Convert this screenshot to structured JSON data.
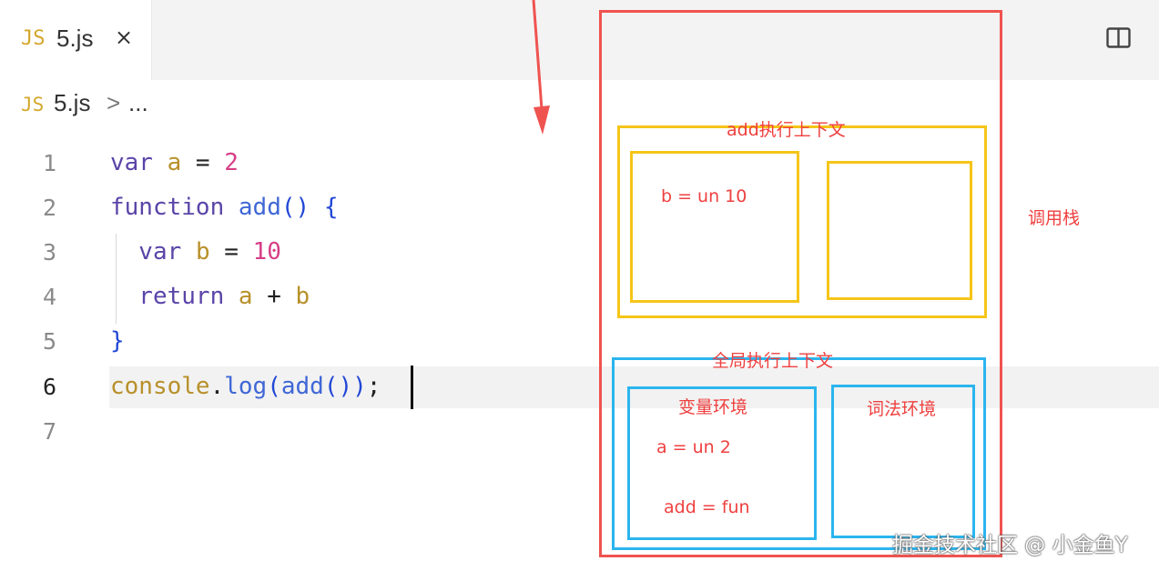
{
  "tab": {
    "icon": "JS",
    "filename": "5.js",
    "close": "×"
  },
  "toolbar": {
    "split_editor_icon": "split-editor-icon"
  },
  "breadcrumb": {
    "icon": "JS",
    "file": "5.js",
    "separator": ">",
    "more": "..."
  },
  "editor": {
    "line_numbers": [
      "1",
      "2",
      "3",
      "4",
      "5",
      "6",
      "7"
    ],
    "active_line": "6",
    "lines": [
      [
        {
          "t": "var",
          "c": "kw"
        },
        {
          "t": " ",
          "c": "op"
        },
        {
          "t": "a",
          "c": "vr"
        },
        {
          "t": " = ",
          "c": "op"
        },
        {
          "t": "2",
          "c": "num"
        }
      ],
      [
        {
          "t": "function",
          "c": "kw"
        },
        {
          "t": " ",
          "c": "op"
        },
        {
          "t": "add",
          "c": "fn"
        },
        {
          "t": "()",
          "c": "brace"
        },
        {
          "t": " ",
          "c": "op"
        },
        {
          "t": "{",
          "c": "brace"
        }
      ],
      [
        {
          "t": "  var",
          "c": "kw"
        },
        {
          "t": " ",
          "c": "op"
        },
        {
          "t": "b",
          "c": "vr"
        },
        {
          "t": " = ",
          "c": "op"
        },
        {
          "t": "10",
          "c": "num"
        }
      ],
      [
        {
          "t": "  return",
          "c": "kw"
        },
        {
          "t": " ",
          "c": "op"
        },
        {
          "t": "a",
          "c": "vr"
        },
        {
          "t": " + ",
          "c": "op"
        },
        {
          "t": "b",
          "c": "vr"
        }
      ],
      [
        {
          "t": "}",
          "c": "brace"
        }
      ],
      [
        {
          "t": "console",
          "c": "con"
        },
        {
          "t": ".",
          "c": "punc"
        },
        {
          "t": "log",
          "c": "fn"
        },
        {
          "t": "(",
          "c": "brace"
        },
        {
          "t": "add",
          "c": "fn"
        },
        {
          "t": "()",
          "c": "brace"
        },
        {
          "t": ")",
          "c": "brace"
        },
        {
          "t": ";",
          "c": "punc"
        }
      ],
      []
    ]
  },
  "diagram": {
    "call_stack_label": "调用栈",
    "add_context_label": "add执行上下文",
    "add_var_text": "b = un   10",
    "global_context_label": "全局执行上下文",
    "variable_env_label": "变量环境",
    "lexical_env_label": "词法环境",
    "global_var_a": "a = un    2",
    "global_var_add": "add = fun",
    "colors": {
      "stack": "#ef5350",
      "add_context": "#f5c518",
      "global_context": "#2bb5ee",
      "arrow": "#ef5350",
      "annotation_text": "#ef4040"
    }
  },
  "watermark": "掘金技术社区 @ 小金鱼Y"
}
